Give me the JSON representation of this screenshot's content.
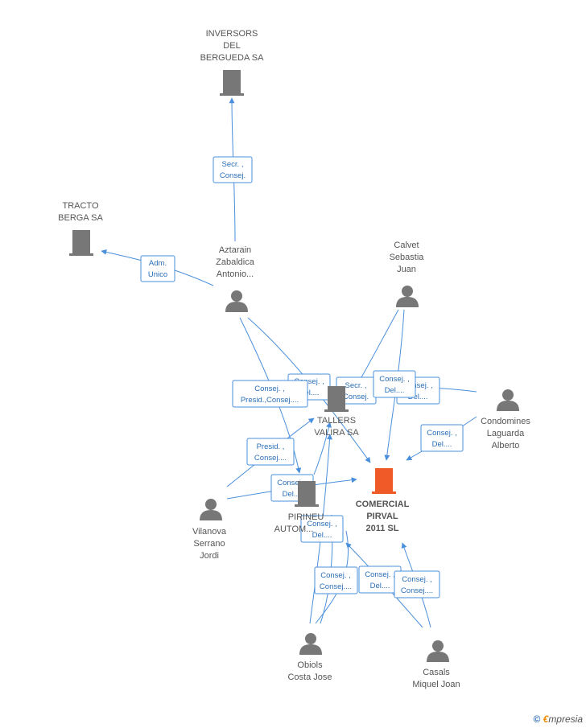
{
  "colors": {
    "edge": "#4a8fdc",
    "node_icon": "#777777",
    "focus_icon": "#f05a28",
    "label": "#555555"
  },
  "nodes": {
    "inversors": {
      "type": "company",
      "lines": [
        "INVERSORS",
        "DEL",
        "BERGUEDA SA"
      ]
    },
    "tracto": {
      "type": "company",
      "lines": [
        "TRACTO",
        "BERGA SA"
      ]
    },
    "aztarain": {
      "type": "person",
      "lines": [
        "Aztarain",
        "Zabaldica",
        "Antonio..."
      ]
    },
    "calvet": {
      "type": "person",
      "lines": [
        "Calvet",
        "Sebastia",
        "Juan"
      ]
    },
    "condomines": {
      "type": "person",
      "lines": [
        "Condomines",
        "Laguarda",
        "Alberto"
      ]
    },
    "tallers": {
      "type": "company",
      "lines": [
        "TALLERS",
        "VALIRA SA"
      ]
    },
    "comercial": {
      "type": "focus",
      "lines": [
        "COMERCIAL",
        "PIRVAL",
        "2011 SL"
      ]
    },
    "pirineu": {
      "type": "company",
      "lines": [
        "PIRINEU",
        "AUTOM..."
      ]
    },
    "vilanova": {
      "type": "person",
      "lines": [
        "Vilanova",
        "Serrano",
        "Jordi"
      ]
    },
    "obiols": {
      "type": "person",
      "lines": [
        "Obiols",
        "Costa Jose"
      ]
    },
    "casals": {
      "type": "person",
      "lines": [
        "Casals",
        "Miquel Joan"
      ]
    }
  },
  "relations": [
    {
      "id": "r1",
      "lines": [
        "Secr. ,",
        "Consej."
      ]
    },
    {
      "id": "r2",
      "lines": [
        "Adm.",
        "Unico"
      ]
    },
    {
      "id": "r3",
      "lines": [
        "Consej. ,",
        "Del...."
      ]
    },
    {
      "id": "r4",
      "lines": [
        "Consej. ,",
        "Presid.,Consej...."
      ]
    },
    {
      "id": "r5",
      "lines": [
        "Secr. ,",
        "Consej."
      ]
    },
    {
      "id": "r6",
      "lines": [
        "Consej. ,",
        "Del...."
      ]
    },
    {
      "id": "r7",
      "lines": [
        "Consej. ,",
        "Del...."
      ]
    },
    {
      "id": "r8",
      "lines": [
        "Consej. ,",
        "Del...."
      ]
    },
    {
      "id": "r9",
      "lines": [
        "Presid. ,",
        "Consej...."
      ]
    },
    {
      "id": "r10",
      "lines": [
        "Consej. ,",
        "Del...."
      ]
    },
    {
      "id": "r11",
      "lines": [
        "Consej. ,",
        "Del...."
      ]
    },
    {
      "id": "r12",
      "lines": [
        "Consej. ,",
        "Consej...."
      ]
    },
    {
      "id": "r13",
      "lines": [
        "Consej. ,",
        "Del...."
      ]
    },
    {
      "id": "r14",
      "lines": [
        "Consej. ,",
        "Consej...."
      ]
    }
  ],
  "footer": {
    "copyright": "©",
    "brand_e": "€",
    "brand_rest": "mpresia"
  }
}
